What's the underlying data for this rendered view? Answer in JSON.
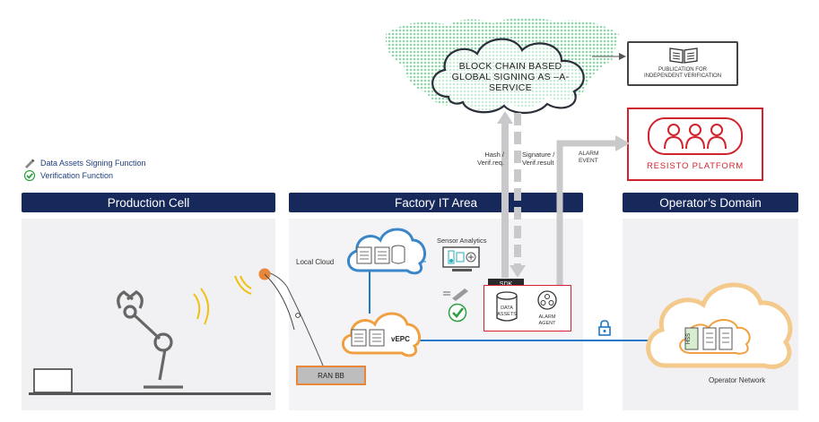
{
  "legend": {
    "signing": "Data Assets Signing Function",
    "verification": "Verification Function"
  },
  "sections": {
    "production_cell": "Production Cell",
    "factory_it": "Factory IT Area",
    "operator_domain": "Operator’s Domain"
  },
  "blockchain": {
    "line1": "BLOCK CHAIN BASED",
    "line2": "GLOBAL SIGNING AS –A-",
    "line3": "SERVICE"
  },
  "publication": {
    "line1": "PUBLICATION FOR",
    "line2": "INDEPENDENT VERIFICATION"
  },
  "resisto": "RESISTO PLATFORM",
  "arrows": {
    "hash_l1": "Hash /",
    "hash_l2": "Verif.req.",
    "sig_l1": "Signature /",
    "sig_l2": "Verif.result",
    "alarm_l1": "ALARM",
    "alarm_l2": "EVENT"
  },
  "factory": {
    "local_cloud": "Local Cloud",
    "sensor_analytics": "Sensor Analytics",
    "sdk": "SDK",
    "data_assets_l1": "DATA",
    "data_assets_l2": "ASSETS",
    "alarm_agent_l1": "ALARM",
    "alarm_agent_l2": "AGENT",
    "vepc": "vEPC",
    "ran_bb": "RAN BB"
  },
  "operator": {
    "hss": "HSS",
    "network": "Operator Network"
  },
  "colors": {
    "header_bg": "#17285a",
    "resisto_red": "#d2222d",
    "cloud_blue": "#3b86c8",
    "cloud_orange": "#f0a040",
    "link_blue": "#1f77c8",
    "map_green": "#8fd6a8"
  }
}
